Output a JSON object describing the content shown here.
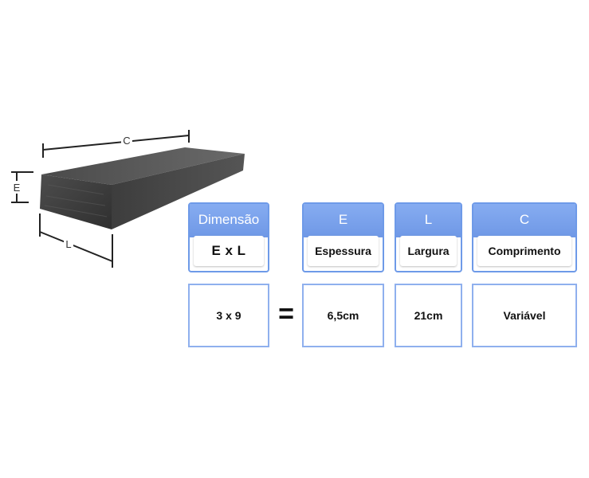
{
  "diagram": {
    "labels": {
      "c": "C",
      "e": "E",
      "l": "L"
    }
  },
  "table": {
    "headers": [
      {
        "head": "Dimensão",
        "body": "E x L"
      },
      {
        "head": "E",
        "body": "Espessura"
      },
      {
        "head": "L",
        "body": "Largura"
      },
      {
        "head": "C",
        "body": "Comprimento"
      }
    ],
    "values": [
      "3 x 9",
      "6,5cm",
      "21cm",
      "Variável"
    ],
    "equals": "="
  },
  "colors": {
    "header_blue": "#7aa3ee",
    "border_blue": "#6e9ae8",
    "wood_dark": "#3f3f3f"
  }
}
